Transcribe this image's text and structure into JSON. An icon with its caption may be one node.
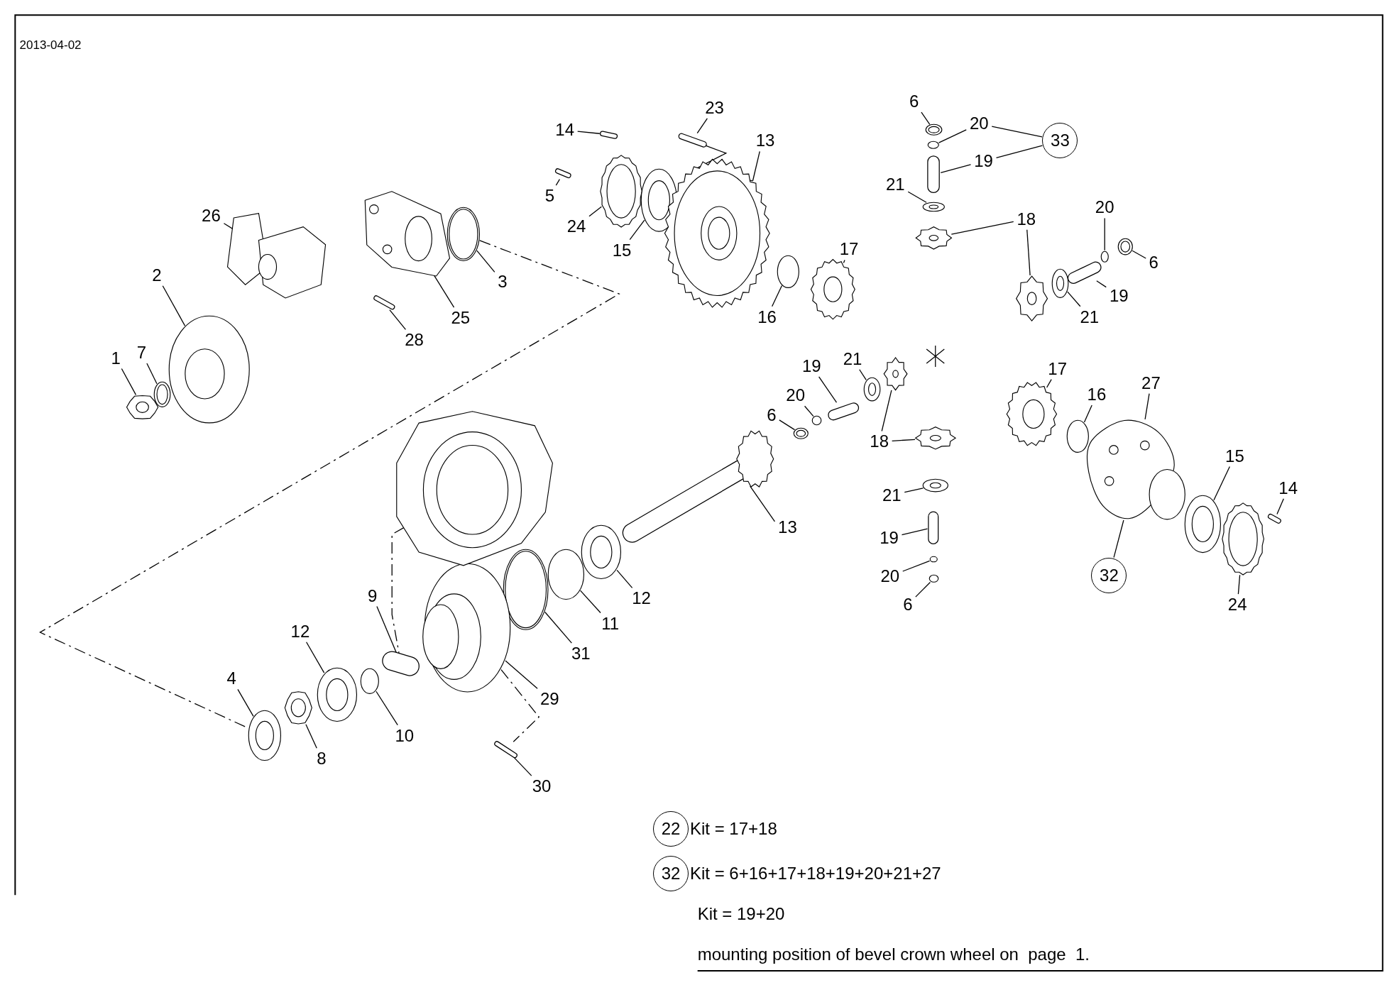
{
  "diagram": {
    "nodes": [
      {
        "text": [
          "1"
        ]
      },
      {
        "text": [
          "7"
        ]
      },
      {
        "text": [
          "2"
        ]
      },
      {
        "text": [
          "26"
        ]
      },
      {
        "text": [
          "28"
        ]
      },
      {
        "text": [
          "25"
        ]
      },
      {
        "text": [
          "3"
        ]
      },
      {
        "text": [
          "14"
        ]
      },
      {
        "text": [
          "5"
        ]
      },
      {
        "text": [
          "23"
        ]
      },
      {
        "text": [
          "24"
        ]
      },
      {
        "text": [
          "15"
        ]
      },
      {
        "text": [
          "13"
        ]
      },
      {
        "text": [
          "17"
        ]
      },
      {
        "text": [
          "16"
        ]
      },
      {
        "text": [
          "6"
        ]
      },
      {
        "text": [
          "20"
        ]
      },
      {
        "text": [
          "19"
        ]
      },
      {
        "text": [
          "33"
        ]
      },
      {
        "text": [
          "21"
        ]
      },
      {
        "text": [
          "18"
        ]
      },
      {
        "text": [
          "20"
        ]
      },
      {
        "text": [
          "6"
        ]
      },
      {
        "text": [
          "19"
        ]
      },
      {
        "text": [
          "21"
        ]
      },
      {
        "text": [
          "19"
        ]
      },
      {
        "text": [
          "21"
        ]
      },
      {
        "text": [
          "20"
        ]
      },
      {
        "text": [
          "6"
        ]
      },
      {
        "text": [
          "18"
        ]
      },
      {
        "text": [
          "17"
        ]
      },
      {
        "text": [
          "16"
        ]
      },
      {
        "text": [
          "27"
        ]
      },
      {
        "text": [
          "15"
        ]
      },
      {
        "text": [
          "14"
        ]
      },
      {
        "text": [
          "24"
        ]
      },
      {
        "text": [
          "32"
        ]
      },
      {
        "text": [
          "13"
        ]
      },
      {
        "text": [
          "12"
        ]
      },
      {
        "text": [
          "11"
        ]
      },
      {
        "text": [
          "31"
        ]
      },
      {
        "text": [
          "29"
        ]
      },
      {
        "text": [
          "9"
        ]
      },
      {
        "text": [
          "12"
        ]
      },
      {
        "text": [
          "10"
        ]
      },
      {
        "text": [
          "4"
        ]
      },
      {
        "text": [
          "8"
        ]
      },
      {
        "text": [
          "30"
        ]
      },
      {
        "text": [
          "21"
        ]
      },
      {
        "text": [
          "19"
        ]
      },
      {
        "text": [
          "20"
        ]
      },
      {
        "text": [
          "6"
        ]
      },
      {
        "text": [
          "22"
        ],
        "beside": [
          "Kit = 17+18"
        ]
      },
      {
        "text": [
          "32"
        ],
        "beside": [
          "Kit = 6+16+17+18+19+20+21+27"
        ]
      },
      {
        "text": [],
        "shape": "picture"
      },
      {
        "text": [],
        "shape": "picture"
      },
      {
        "text": [],
        "shape": "picture"
      },
      {
        "text": [],
        "shape": "picture"
      },
      {
        "text": [],
        "shape": "picture"
      },
      {
        "text": [],
        "shape": "picture"
      },
      {
        "text": [],
        "shape": "picture"
      },
      {
        "text": [],
        "shape": "picture"
      },
      {
        "text": [],
        "shape": "picture"
      },
      {
        "text": [],
        "shape": "picture"
      },
      {
        "text": [],
        "shape": "picture"
      },
      {
        "text": [],
        "shape": "picture"
      },
      {
        "text": [],
        "shape": "picture"
      },
      {
        "text": [],
        "shape": "picture"
      },
      {
        "text": [],
        "shape": "circle"
      },
      {
        "text": [],
        "shape": "picture"
      },
      {
        "text": [],
        "shape": "circle"
      },
      {
        "text": [],
        "shape": "picture"
      },
      {
        "text": [],
        "shape": "picture"
      },
      {
        "text": [],
        "shape": "picture"
      },
      {
        "text": [],
        "shape": "picture"
      },
      {
        "text": [],
        "shape": "picture"
      },
      {
        "text": [],
        "shape": "picture"
      },
      {
        "text": [],
        "shape": "circle"
      },
      {
        "text": [],
        "shape": "picture"
      },
      {
        "text": [],
        "shape": "picture"
      },
      {
        "text": [],
        "shape": "picture"
      },
      {
        "text": [],
        "shape": "circle"
      },
      {
        "text": [],
        "shape": "picture"
      },
      {
        "text": [],
        "shape": "picture"
      },
      {
        "text": [],
        "shape": "picture"
      },
      {
        "text": [],
        "shape": "picture"
      },
      {
        "text": [],
        "shape": "circle"
      },
      {
        "text": [],
        "shape": "picture"
      },
      {
        "text": [],
        "shape": "picture"
      },
      {
        "text": [],
        "shape": "picture"
      },
      {
        "text": [],
        "shape": "picture"
      },
      {
        "text": [],
        "shape": "picture"
      },
      {
        "text": [],
        "shape": "picture"
      },
      {
        "text": [],
        "shape": "circle"
      },
      {
        "text": [],
        "shape": "picture"
      },
      {
        "text": [],
        "shape": "picture"
      },
      {
        "text": [],
        "shape": "picture"
      },
      {
        "text": [],
        "shape": "picture"
      },
      {
        "text": [],
        "shape": "circle"
      },
      {
        "text": [],
        "shape": "picture"
      },
      {
        "text": [],
        "shape": "picture"
      },
      {
        "text": [],
        "shape": "picture"
      },
      {
        "text": [],
        "shape": "picture"
      },
      {
        "text": [],
        "shape": "picture"
      },
      {
        "text": [],
        "shape": "circle"
      },
      {
        "text": [],
        "shape": "circle"
      },
      {
        "text": [],
        "shape": "picture"
      }
    ],
    "edges": [
      {
        "from": 0,
        "to": 54,
        "arrow": "none"
      },
      {
        "from": 1,
        "to": 55,
        "arrow": "none"
      },
      {
        "from": 2,
        "to": 56,
        "arrow": "none"
      },
      {
        "from": 3,
        "to": 57,
        "arrow": "none"
      },
      {
        "from": 4,
        "to": 58,
        "arrow": "none"
      },
      {
        "from": 5,
        "to": 59,
        "arrow": "none"
      },
      {
        "from": 6,
        "to": 60,
        "arrow": "none"
      },
      {
        "from": 7,
        "to": 61,
        "arrow": "none"
      },
      {
        "from": 8,
        "to": 62,
        "arrow": "none"
      },
      {
        "from": 9,
        "to": 63,
        "arrow": "none"
      },
      {
        "from": 10,
        "to": 64,
        "arrow": "none"
      },
      {
        "from": 11,
        "to": 65,
        "arrow": "none"
      },
      {
        "from": 12,
        "to": 66,
        "arrow": "none"
      },
      {
        "from": 13,
        "to": 67,
        "arrow": "none"
      },
      {
        "from": 14,
        "to": 68,
        "arrow": "none"
      },
      {
        "from": 15,
        "to": 69,
        "arrow": "none"
      },
      {
        "from": 16,
        "to": 70,
        "arrow": "none"
      },
      {
        "from": 17,
        "to": 71,
        "arrow": "none"
      },
      {
        "from": 19,
        "to": 72,
        "arrow": "none"
      },
      {
        "from": 20,
        "to": 73,
        "arrow": "none"
      },
      {
        "from": 20,
        "to": 74,
        "arrow": "none"
      },
      {
        "from": 21,
        "to": 77,
        "arrow": "none"
      },
      {
        "from": 22,
        "to": 78,
        "arrow": "none"
      },
      {
        "from": 23,
        "to": 76,
        "arrow": "none"
      },
      {
        "from": 24,
        "to": 75,
        "arrow": "none"
      },
      {
        "from": 25,
        "to": 79,
        "arrow": "none"
      },
      {
        "from": 26,
        "to": 80,
        "arrow": "none"
      },
      {
        "from": 27,
        "to": 81,
        "arrow": "none"
      },
      {
        "from": 28,
        "to": 82,
        "arrow": "none"
      },
      {
        "from": 29,
        "to": 83,
        "arrow": "none"
      },
      {
        "from": 29,
        "to": 84,
        "arrow": "none"
      },
      {
        "from": 30,
        "to": 85,
        "arrow": "none"
      },
      {
        "from": 31,
        "to": 86,
        "arrow": "none"
      },
      {
        "from": 32,
        "to": 87,
        "arrow": "none"
      },
      {
        "from": 33,
        "to": 88,
        "arrow": "none"
      },
      {
        "from": 34,
        "to": 89,
        "arrow": "none"
      },
      {
        "from": 35,
        "to": 90,
        "arrow": "none"
      },
      {
        "from": 36,
        "to": 87,
        "arrow": "none"
      },
      {
        "from": 37,
        "to": 91,
        "arrow": "none"
      },
      {
        "from": 38,
        "to": 92,
        "arrow": "none"
      },
      {
        "from": 39,
        "to": 93,
        "arrow": "none"
      },
      {
        "from": 40,
        "to": 94,
        "arrow": "none"
      },
      {
        "from": 41,
        "to": 95,
        "arrow": "none"
      },
      {
        "from": 42,
        "to": 96,
        "arrow": "none"
      },
      {
        "from": 43,
        "to": 97,
        "arrow": "none"
      },
      {
        "from": 44,
        "to": 98,
        "arrow": "none"
      },
      {
        "from": 45,
        "to": 99,
        "arrow": "none"
      },
      {
        "from": 46,
        "to": 100,
        "arrow": "none"
      },
      {
        "from": 47,
        "to": 101,
        "arrow": "none"
      },
      {
        "from": 48,
        "to": 102,
        "arrow": "none"
      },
      {
        "from": 49,
        "to": 103,
        "arrow": "none"
      },
      {
        "from": 50,
        "to": 104,
        "arrow": "none"
      },
      {
        "from": 51,
        "to": 105,
        "arrow": "none"
      },
      {
        "from": 16,
        "to": 18,
        "arrow": "none"
      },
      {
        "from": 17,
        "to": 18,
        "arrow": "none"
      },
      {
        "from": 63,
        "to": 66,
        "arrow": "none"
      },
      {
        "from": 60,
        "to": 99,
        "arrow": "none",
        "style": "dashed"
      },
      {
        "from": 106,
        "to": 96,
        "arrow": "none",
        "style": "dashed"
      },
      {
        "from": 95,
        "to": 101,
        "arrow": "none",
        "style": "dashed"
      }
    ],
    "labels": [
      "2013-04-02",
      "Kit = 19+20",
      "mounting position of bevel crown wheel on  page  1."
    ]
  }
}
